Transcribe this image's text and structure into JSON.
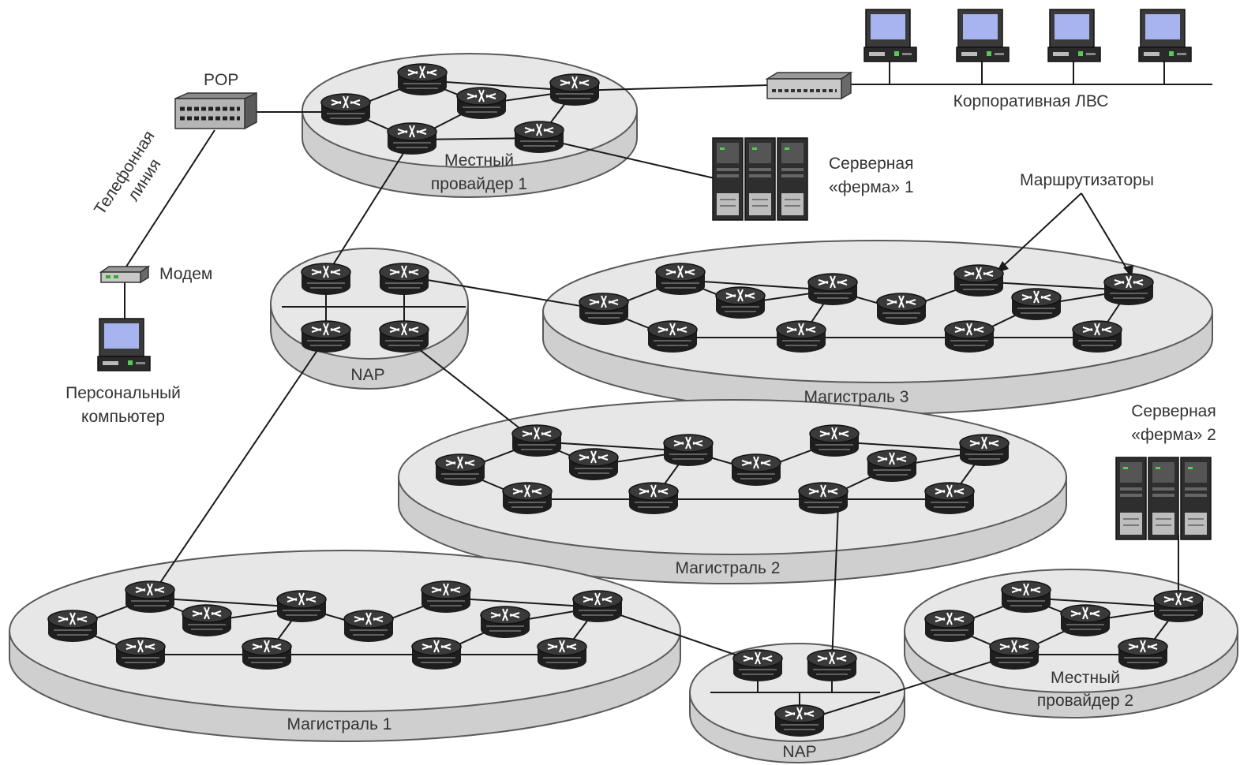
{
  "labels": {
    "pop": "POP",
    "phone_line_1": "Телефонная",
    "phone_line_2": "линия",
    "modem": "Модем",
    "pc_1": "Персональный",
    "pc_2": "компьютер",
    "local_provider_1_a": "Местный",
    "local_provider_1_b": "провайдер 1",
    "server_farm_1_a": "Серверная",
    "server_farm_1_b": "«ферма» 1",
    "corporate_lan": "Корпоративная ЛВС",
    "routers": "Маршрутизаторы",
    "nap_top": "NAP",
    "backbone_3": "Магистраль 3",
    "backbone_2": "Магистраль 2",
    "backbone_1": "Магистраль 1",
    "server_farm_2_a": "Серверная",
    "server_farm_2_b": "«ферма» 2",
    "local_provider_2_a": "Местный",
    "local_provider_2_b": "провайдер 2",
    "nap_bottom": "NAP"
  },
  "colors": {
    "disk_top": "#e7e7e7",
    "disk_side": "#cfcfcf",
    "router_body": "#2b2b2b",
    "screen": "#a8b4f0"
  }
}
